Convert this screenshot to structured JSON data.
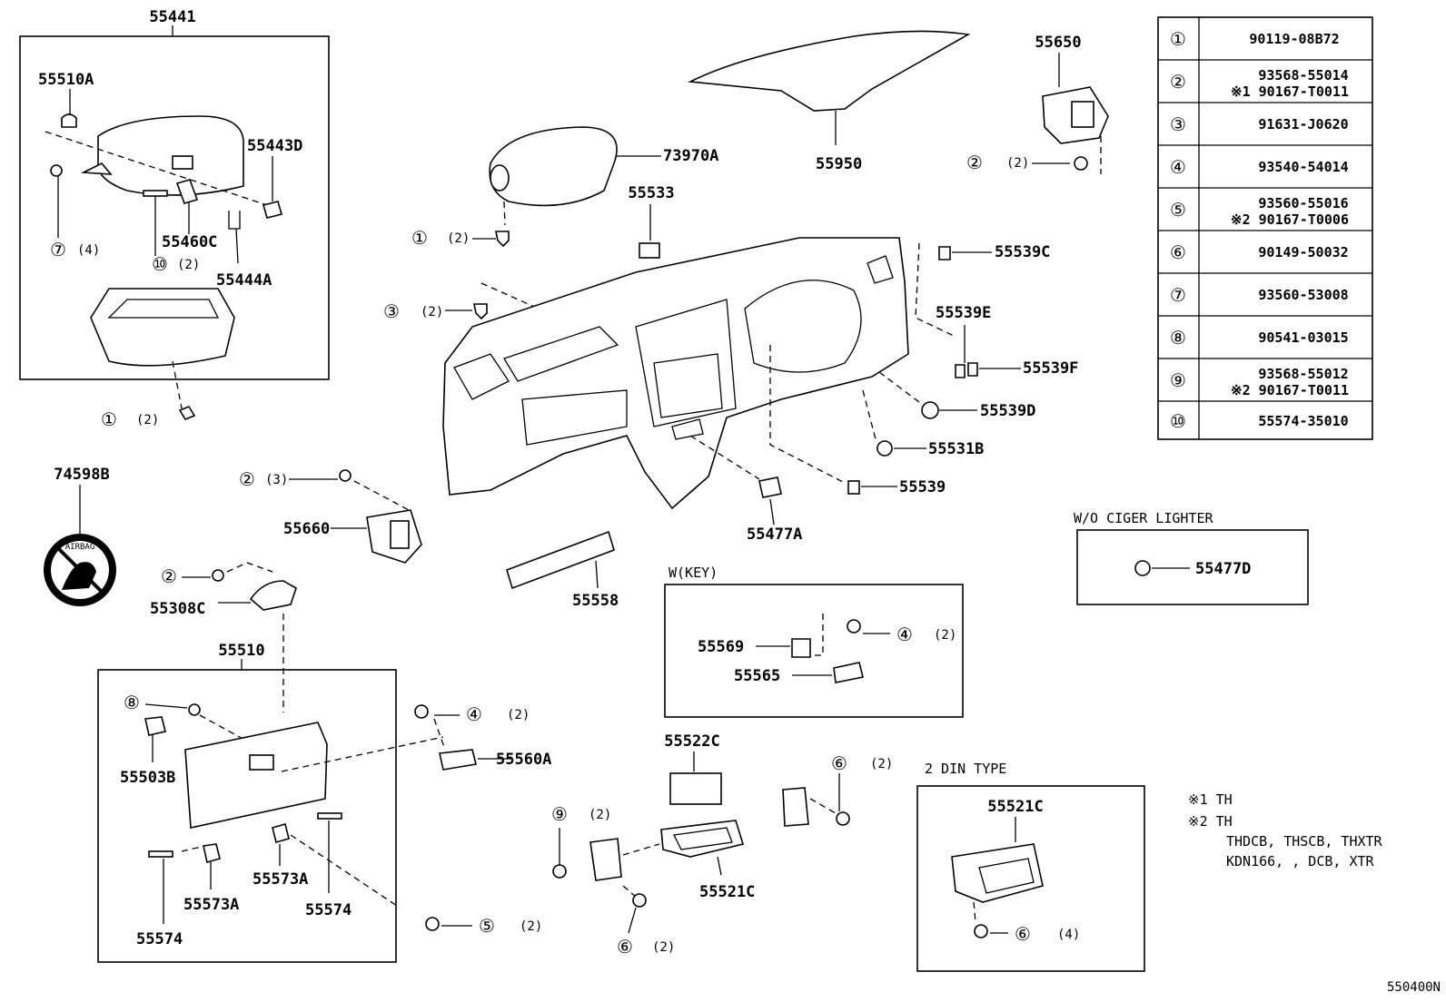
{
  "diagram_code": "550400N",
  "legend_table": [
    {
      "num": "①",
      "codes": [
        "90119-08B72"
      ]
    },
    {
      "num": "②",
      "codes": [
        "93568-55014",
        "※1 90167-T0011"
      ]
    },
    {
      "num": "③",
      "codes": [
        "91631-J0620"
      ]
    },
    {
      "num": "④",
      "codes": [
        "93540-54014"
      ]
    },
    {
      "num": "⑤",
      "codes": [
        "93560-55016",
        "※2 90167-T0006"
      ]
    },
    {
      "num": "⑥",
      "codes": [
        "90149-50032"
      ]
    },
    {
      "num": "⑦",
      "codes": [
        "93560-53008"
      ]
    },
    {
      "num": "⑧",
      "codes": [
        "90541-03015"
      ]
    },
    {
      "num": "⑨",
      "codes": [
        "93568-55012",
        "※2 90167-T0011"
      ]
    },
    {
      "num": "⑩",
      "codes": [
        "55574-35010"
      ]
    }
  ],
  "boxes": {
    "wo_lighter": "W/O CIGER LIGHTER",
    "w_key": "W(KEY)",
    "din": "2 DIN TYPE"
  },
  "notes": {
    "n1": "※1 TH",
    "n2": "※2 TH",
    "n3": "THDCB, THSCB, THXTR",
    "n4": "KDN166, , DCB, XTR"
  },
  "badge_text": "AIRBAG",
  "parts": {
    "p55441": "55441",
    "p55510A": "55510A",
    "p55443D": "55443D",
    "p55460C": "55460C",
    "p55444A": "55444A",
    "p74598B": "74598B",
    "p73970A": "73970A",
    "p55950": "55950",
    "p55650": "55650",
    "p55533": "55533",
    "p55539C": "55539C",
    "p55539E": "55539E",
    "p55539F": "55539F",
    "p55539D": "55539D",
    "p55531B": "55531B",
    "p55539": "55539",
    "p55477A": "55477A",
    "p55660": "55660",
    "p55308C": "55308C",
    "p55558": "55558",
    "p55477D": "55477D",
    "p55569": "55569",
    "p55565": "55565",
    "p55510": "55510",
    "p55503B": "55503B",
    "p55560A": "55560A",
    "p55522C": "55522C",
    "p55521C_a": "55521C",
    "p55521C_b": "55521C",
    "p55574_a": "55574",
    "p55574_b": "55574",
    "p55573A_a": "55573A",
    "p55573A_b": "55573A"
  },
  "callouts": {
    "c1": {
      "num": "⑦",
      "qty": "(4)"
    },
    "c2": {
      "num": "⑩",
      "qty": "(2)"
    },
    "c3": {
      "num": "①",
      "qty": "(2)"
    },
    "c4": {
      "num": "①",
      "qty": "(2)"
    },
    "c5": {
      "num": "③",
      "qty": "(2)"
    },
    "c6": {
      "num": "②",
      "qty": "(2)"
    },
    "c7": {
      "num": "②",
      "qty": "(3)"
    },
    "c8": {
      "num": "②",
      "qty": ""
    },
    "c9": {
      "num": "⑧",
      "qty": ""
    },
    "c10": {
      "num": "④",
      "qty": "(2)"
    },
    "c11": {
      "num": "④",
      "qty": "(2)"
    },
    "c12": {
      "num": "⑥",
      "qty": "(2)"
    },
    "c13": {
      "num": "⑨",
      "qty": "(2)"
    },
    "c14": {
      "num": "⑥",
      "qty": "(2)"
    },
    "c15": {
      "num": "⑤",
      "qty": "(2)"
    },
    "c16": {
      "num": "⑥",
      "qty": "(4)"
    }
  }
}
